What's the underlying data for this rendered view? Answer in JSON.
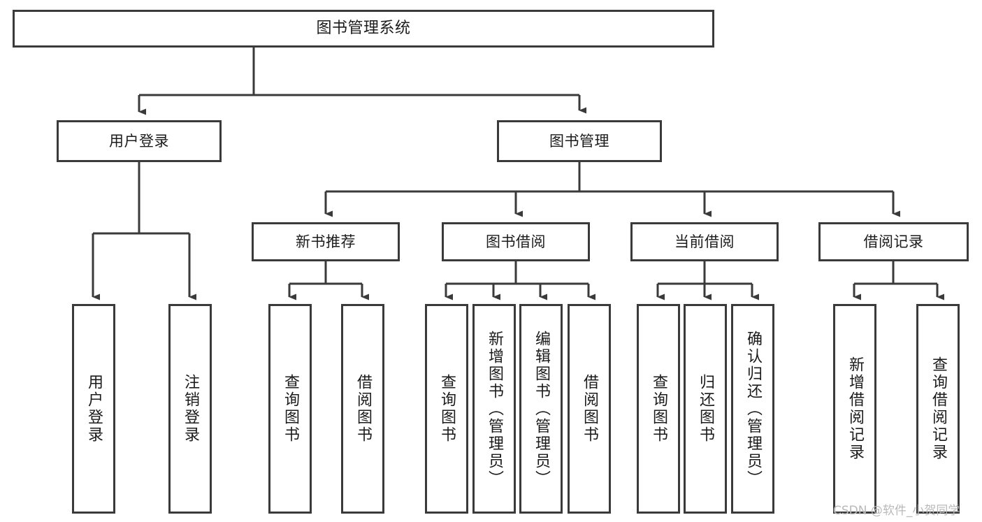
{
  "diagram": {
    "type": "hierarchy-tree",
    "title": "图书管理系统",
    "orientation": "top-down",
    "colors": {
      "border": "#3a3a3a",
      "background": "#ffffff",
      "text": "#1b1b1b",
      "connector": "#3a3a3a",
      "watermark": "#b9b9b9"
    },
    "nodes": {
      "root": {
        "label": "图书管理系统"
      },
      "level1": [
        {
          "label": "用户登录"
        },
        {
          "label": "图书管理"
        }
      ],
      "level2": [
        {
          "label": "新书推荐"
        },
        {
          "label": "图书借阅"
        },
        {
          "label": "当前借阅"
        },
        {
          "label": "借阅记录"
        }
      ],
      "leaves": {
        "user_login": [
          {
            "label": "用户登录"
          },
          {
            "label": "注销登录"
          }
        ],
        "new_book_recommend": [
          {
            "label": "查询图书"
          },
          {
            "label": "借阅图书"
          }
        ],
        "book_borrow": [
          {
            "label": "查询图书"
          },
          {
            "label": "新增图书（管理员）"
          },
          {
            "label": "编辑图书（管理员）"
          },
          {
            "label": "借阅图书"
          }
        ],
        "current_borrow": [
          {
            "label": "查询图书"
          },
          {
            "label": "归还图书"
          },
          {
            "label": "确认归还（管理员）"
          }
        ],
        "borrow_record": [
          {
            "label": "新增借阅记录"
          },
          {
            "label": "查询借阅记录"
          }
        ]
      }
    },
    "watermark": "CSDN @软件_小贺同学"
  }
}
